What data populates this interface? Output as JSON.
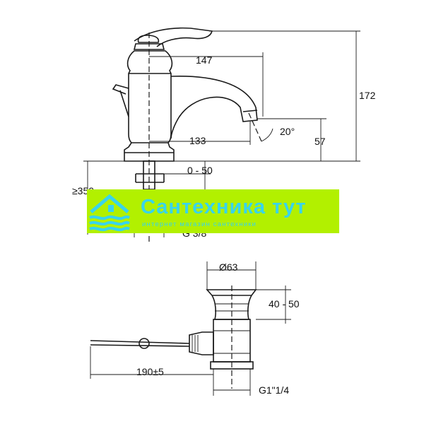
{
  "dimensions": {
    "spout_reach": "147",
    "total_height": "172",
    "handle_reach": "133",
    "spout_angle": "20°",
    "spout_height": "57",
    "pop_up_travel": "0 - 50",
    "hose_length": "≥350",
    "inlet_thread": "G 3/8",
    "drain_diameter": "Ø63",
    "drain_adjustment": "40 - 50",
    "rod_length": "190±5",
    "drain_thread": "G1\"1/4"
  },
  "watermark": {
    "brand": "Сантехника тут",
    "tagline": "интернет магазин сантехники"
  },
  "colors": {
    "banner": "#b2f000",
    "brand_text": "#38d4ec",
    "line": "#1a1a1a"
  }
}
